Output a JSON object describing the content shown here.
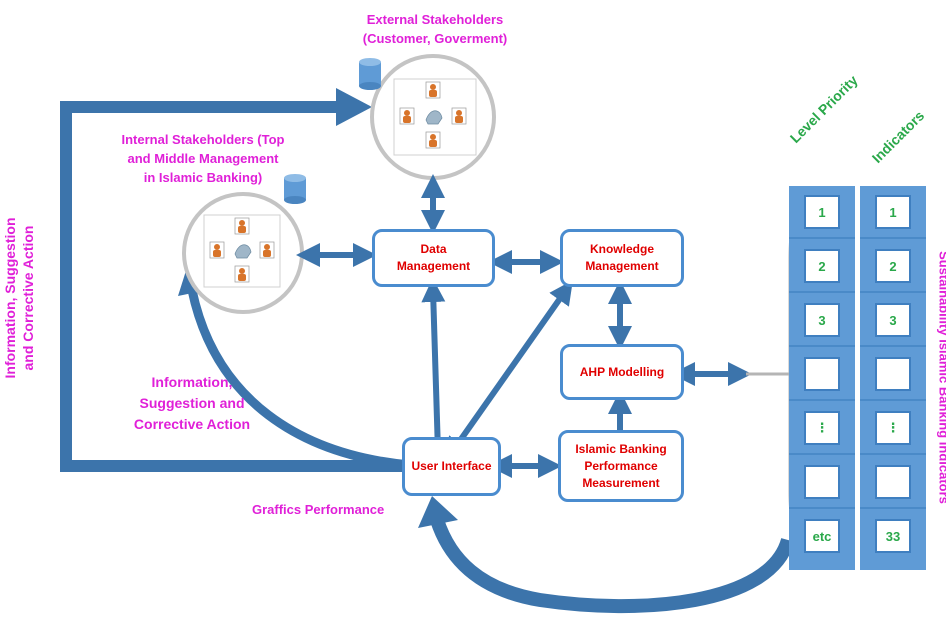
{
  "stakeholders": {
    "external_label_line1": "External Stakeholders",
    "external_label_line2": "(Customer, Goverment)",
    "internal_label_line1": "Internal Stakeholders (Top",
    "internal_label_line2": "and Middle Management",
    "internal_label_line3": "in Islamic Banking)"
  },
  "feedback": {
    "left_vertical_line1": "Information, Suggestion",
    "left_vertical_line2": "and Corrective Action",
    "inner_line1": "Information,",
    "inner_line2": "Suggestion and",
    "inner_line3": "Corrective Action",
    "graphics_label": "Graffics Performance"
  },
  "boxes": {
    "data_line1": "Data",
    "data_line2": "Management",
    "knowledge_line1": "Knowledge",
    "knowledge_line2": "Management",
    "ahp": "AHP Modelling",
    "user_interface": "User Interface",
    "perf_line1": "Islamic Banking",
    "perf_line2": "Performance",
    "perf_line3": "Measurement"
  },
  "table": {
    "level_header": "Level Priority",
    "indicators_header": "Indicators",
    "side_label": "Sustainability Islamic Banking Indicators",
    "level_cells": [
      "1",
      "2",
      "3",
      "",
      "⋮",
      "",
      "etc"
    ],
    "indicator_cells": [
      "1",
      "2",
      "3",
      "",
      "⋮",
      "",
      "33"
    ]
  },
  "colors": {
    "arrow": "#3c74ab",
    "box_border": "#4a8ccf",
    "box_text": "#e00000",
    "stakeholder_text": "#e020d8",
    "header_text": "#2aa84a",
    "column_fill": "#5f9bd6"
  }
}
